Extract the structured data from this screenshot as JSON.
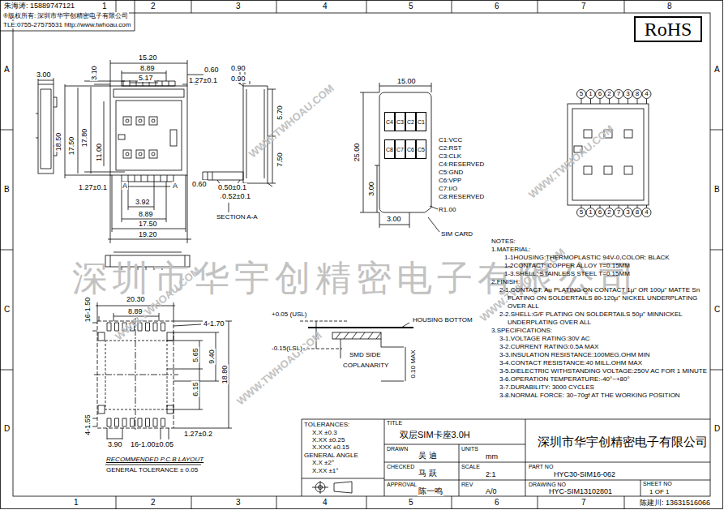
{
  "diagram": {
    "nodes": [
      {
        "text": [
          "RoHS"
        ]
      },
      {
        "text": [
          "C4"
        ]
      },
      {
        "text": [
          "C3"
        ]
      },
      {
        "text": [
          "C2"
        ]
      },
      {
        "text": [
          "C1"
        ]
      },
      {
        "text": [
          "C8"
        ]
      },
      {
        "text": [
          "C7"
        ]
      },
      {
        "text": [
          "C6"
        ]
      },
      {
        "text": [
          "C5"
        ]
      }
    ],
    "labels": [
      "朱海涛: 15889747121",
      "®版权所有: 深圳市华宇创精密电子有限公司",
      "TLE:0755-27575531 http://www.twhoau.com",
      "1",
      "2",
      "3",
      "4",
      "5",
      "6",
      "7",
      "8",
      "1",
      "2",
      "3",
      "4",
      "5",
      "6",
      "7",
      "A",
      "B",
      "C",
      "D",
      "A",
      "B",
      "C",
      "D",
      "15.20",
      "8.89",
      "5.17",
      "0.60",
      "1.27±0.1",
      "3.10",
      "3.00",
      "18.50",
      "17.50",
      "17.80",
      "11.00",
      "1.27±0.1",
      "A",
      "A",
      "0.60",
      "3.92",
      "8.89",
      "17.50",
      "19.20",
      "0.50±0.1",
      "0.52±0.1",
      "SECTION A-A",
      "0.90",
      "0.90",
      "5.70",
      "7.50",
      "15.00",
      "25.00",
      "3.00",
      "3.00",
      "R1.00",
      "SIM CARD",
      "C1:VCC",
      "C2:RST",
      "C3:CLK",
      "C4:RESERVED",
      "C5:GND",
      "C6:VPP",
      "C7:I/O",
      "C8:RESERVED",
      "5",
      "1",
      "6",
      "2",
      "7",
      "3",
      "8",
      "4",
      "5",
      "1",
      "6",
      "2",
      "7",
      "3",
      "8",
      "4",
      "深圳市华宇创精密电子有限公司",
      "WWW.TWHOAU.COM",
      "WWW.TWHOAU.COM",
      "WWW.TWHOAU.COM",
      "WWW.TWHOAU.COM",
      "WWW.TWHOAU.COM",
      "NOTES:",
      "1.MATERIAL:",
      "1-1HOUSING:THERMOPLASTIC 94V-0,COLOR: BLACK",
      "1-2CONTACT: COPPER ALLOY T=0.15MM",
      "1-3.SHELL: STAINLESS STEEL T=0.15MM",
      "2.FINISH:",
      "2-1.CONTACT: Au PLATING ON CONTACT 1μ\" OR 100μ\" MATTE Sn PLATING ON SOLDERTAILS 80-120μ\" NICKEL UNDERPLATING OVER ALL",
      "2-2.SHELL:G/F PLATING ON SOLDERTAILS 50μ\" MINNICKEL UNDERPLATING OVER ALL",
      "3.SPECIFICATIONS:",
      "3-1.VOLTAGE RATING:30V AC",
      "3-2.CURRENT RATING:0.5A MAX",
      "3-3.INSULATION RESISTANCE:100MEG.OHM MIN",
      "3-4.CONTACT RESISTANCE:40 MILL.OHM MAX",
      "3-5.DIELECTRIC WITHSTANDING VOLTAGE:250V AC FOR 1 MINUTE",
      "3-6.OPERATION TEMPERATURE:-40°~+80°",
      "3-7.DURABILITY: 3000 CYCLES",
      "3-8.NORMAL FORCE: 30~70gf AT THE WORKING POSITION",
      "+0.05 (USL)",
      "-0.15(LSL)",
      "HOUSING BOTTOM",
      "SMD SIDE",
      "COPLANARITY",
      "0.10 MAX",
      "16-1.50",
      "20.30",
      "8.89",
      "4-1.70",
      "5.65",
      "9.40",
      "18.80",
      "6.15",
      "4-1.55",
      "3.90",
      "1.27±0.2",
      "16-1.00±0.05",
      "RECOMMENDED P.C.B LAYOUT",
      "GENERAL TOLERANCE ± 0.05",
      "TOLERANCES:",
      "X.X ±0.3",
      "X.XX ±0.25",
      "X.XXX ±0.15",
      "GENERAL ANGLE",
      "X.X ±2°",
      "X.XX ±1°",
      "TITLE",
      "双层SIM卡座3.0H",
      "DRAWN",
      "吴 迪",
      "UNITS",
      "mm",
      "深圳市华宇创精密电子有限公司",
      "CHECKED",
      "马 跃",
      "SCALE",
      "2:1",
      "PART NO",
      "HYC30-SIM16-062",
      "APPROVAL",
      "陈一鸣",
      "REV",
      "A/0",
      "DRAWING NO",
      "HYC-SIM13102801",
      "SHEET NO",
      "1 OF 1",
      "陈建川: 13631516066"
    ]
  }
}
